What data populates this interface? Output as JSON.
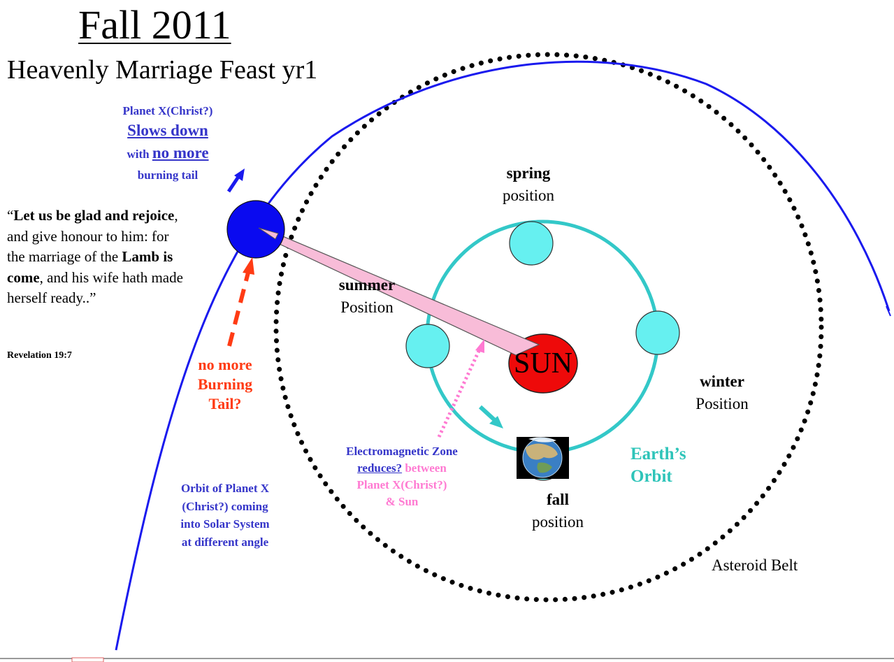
{
  "title": "Fall  2011",
  "subtitle": "Heavenly Marriage Feast yr1",
  "planet_x": {
    "line1": "Planet X(Christ?)",
    "line2": "Slows down",
    "line3_pre": "with ",
    "line3_u": "no more",
    "line4": "burning tail"
  },
  "quote": {
    "open": "“",
    "bold1": "Let us be glad and rejoice",
    "text1": ", and give honour to him: for the marriage of the ",
    "bold2": "Lamb is come",
    "text2": ", and his wife hath made herself ready..”",
    "citation": "Revelation 19:7"
  },
  "burning": {
    "line1": "no more",
    "line2": "Burning",
    "line3": "Tail?"
  },
  "seasons": {
    "spring_b": "spring",
    "spring": "position",
    "summer_b": "summer",
    "summer": "Position",
    "winter_b": "winter",
    "winter": "Position",
    "fall_b": "fall",
    "fall": "position"
  },
  "sun_label": "SUN",
  "earth_orbit": {
    "line1": "Earth’s",
    "line2": "Orbit"
  },
  "em_zone": {
    "line1": "Electromagnetic Zone",
    "line2_u": "reduces?",
    "line2_rest": " between",
    "line3": "Planet X(Christ?)",
    "line4": "& Sun"
  },
  "orbit_x": {
    "line1": "Orbit of Planet X",
    "line2": "(Christ?) coming",
    "line3": "into Solar System",
    "line4": "at different angle"
  },
  "asteroid_belt": "Asteroid Belt",
  "colors": {
    "planet_x": "#0a0af0",
    "orbit_x": "#1a1aee",
    "earth_orbit": "#33c8c8",
    "planet_cyan": "#66f0f0",
    "sun": "#ee0a0a",
    "zone_pink": "#f8bcd8",
    "red_arrow": "#ff3b14",
    "pink_arrow": "#ff7ad2"
  }
}
